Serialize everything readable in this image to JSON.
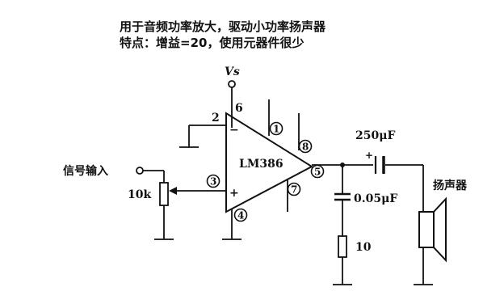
{
  "title": {
    "line1": "用于音频功率放大，驱动小功率扬声器",
    "line2": "特点：增益=20，使用元器件很少"
  },
  "supply": {
    "label": "Vs"
  },
  "chip": {
    "name": "LM386",
    "pin_minus": "2",
    "pin_vs": "6",
    "pin_1": "1",
    "pin_8": "8",
    "pin_out": "5",
    "pin_plus": "3",
    "pin_7": "7",
    "pin_gnd": "4",
    "sign_minus": "−",
    "sign_plus": "+"
  },
  "input": {
    "label": "信号输入"
  },
  "pot": {
    "label": "10k"
  },
  "output_cap": {
    "label": "250μF"
  },
  "bypass_cap": {
    "label": "0.05μF"
  },
  "resistor": {
    "label": "10"
  },
  "speaker": {
    "label": "扬声器"
  }
}
